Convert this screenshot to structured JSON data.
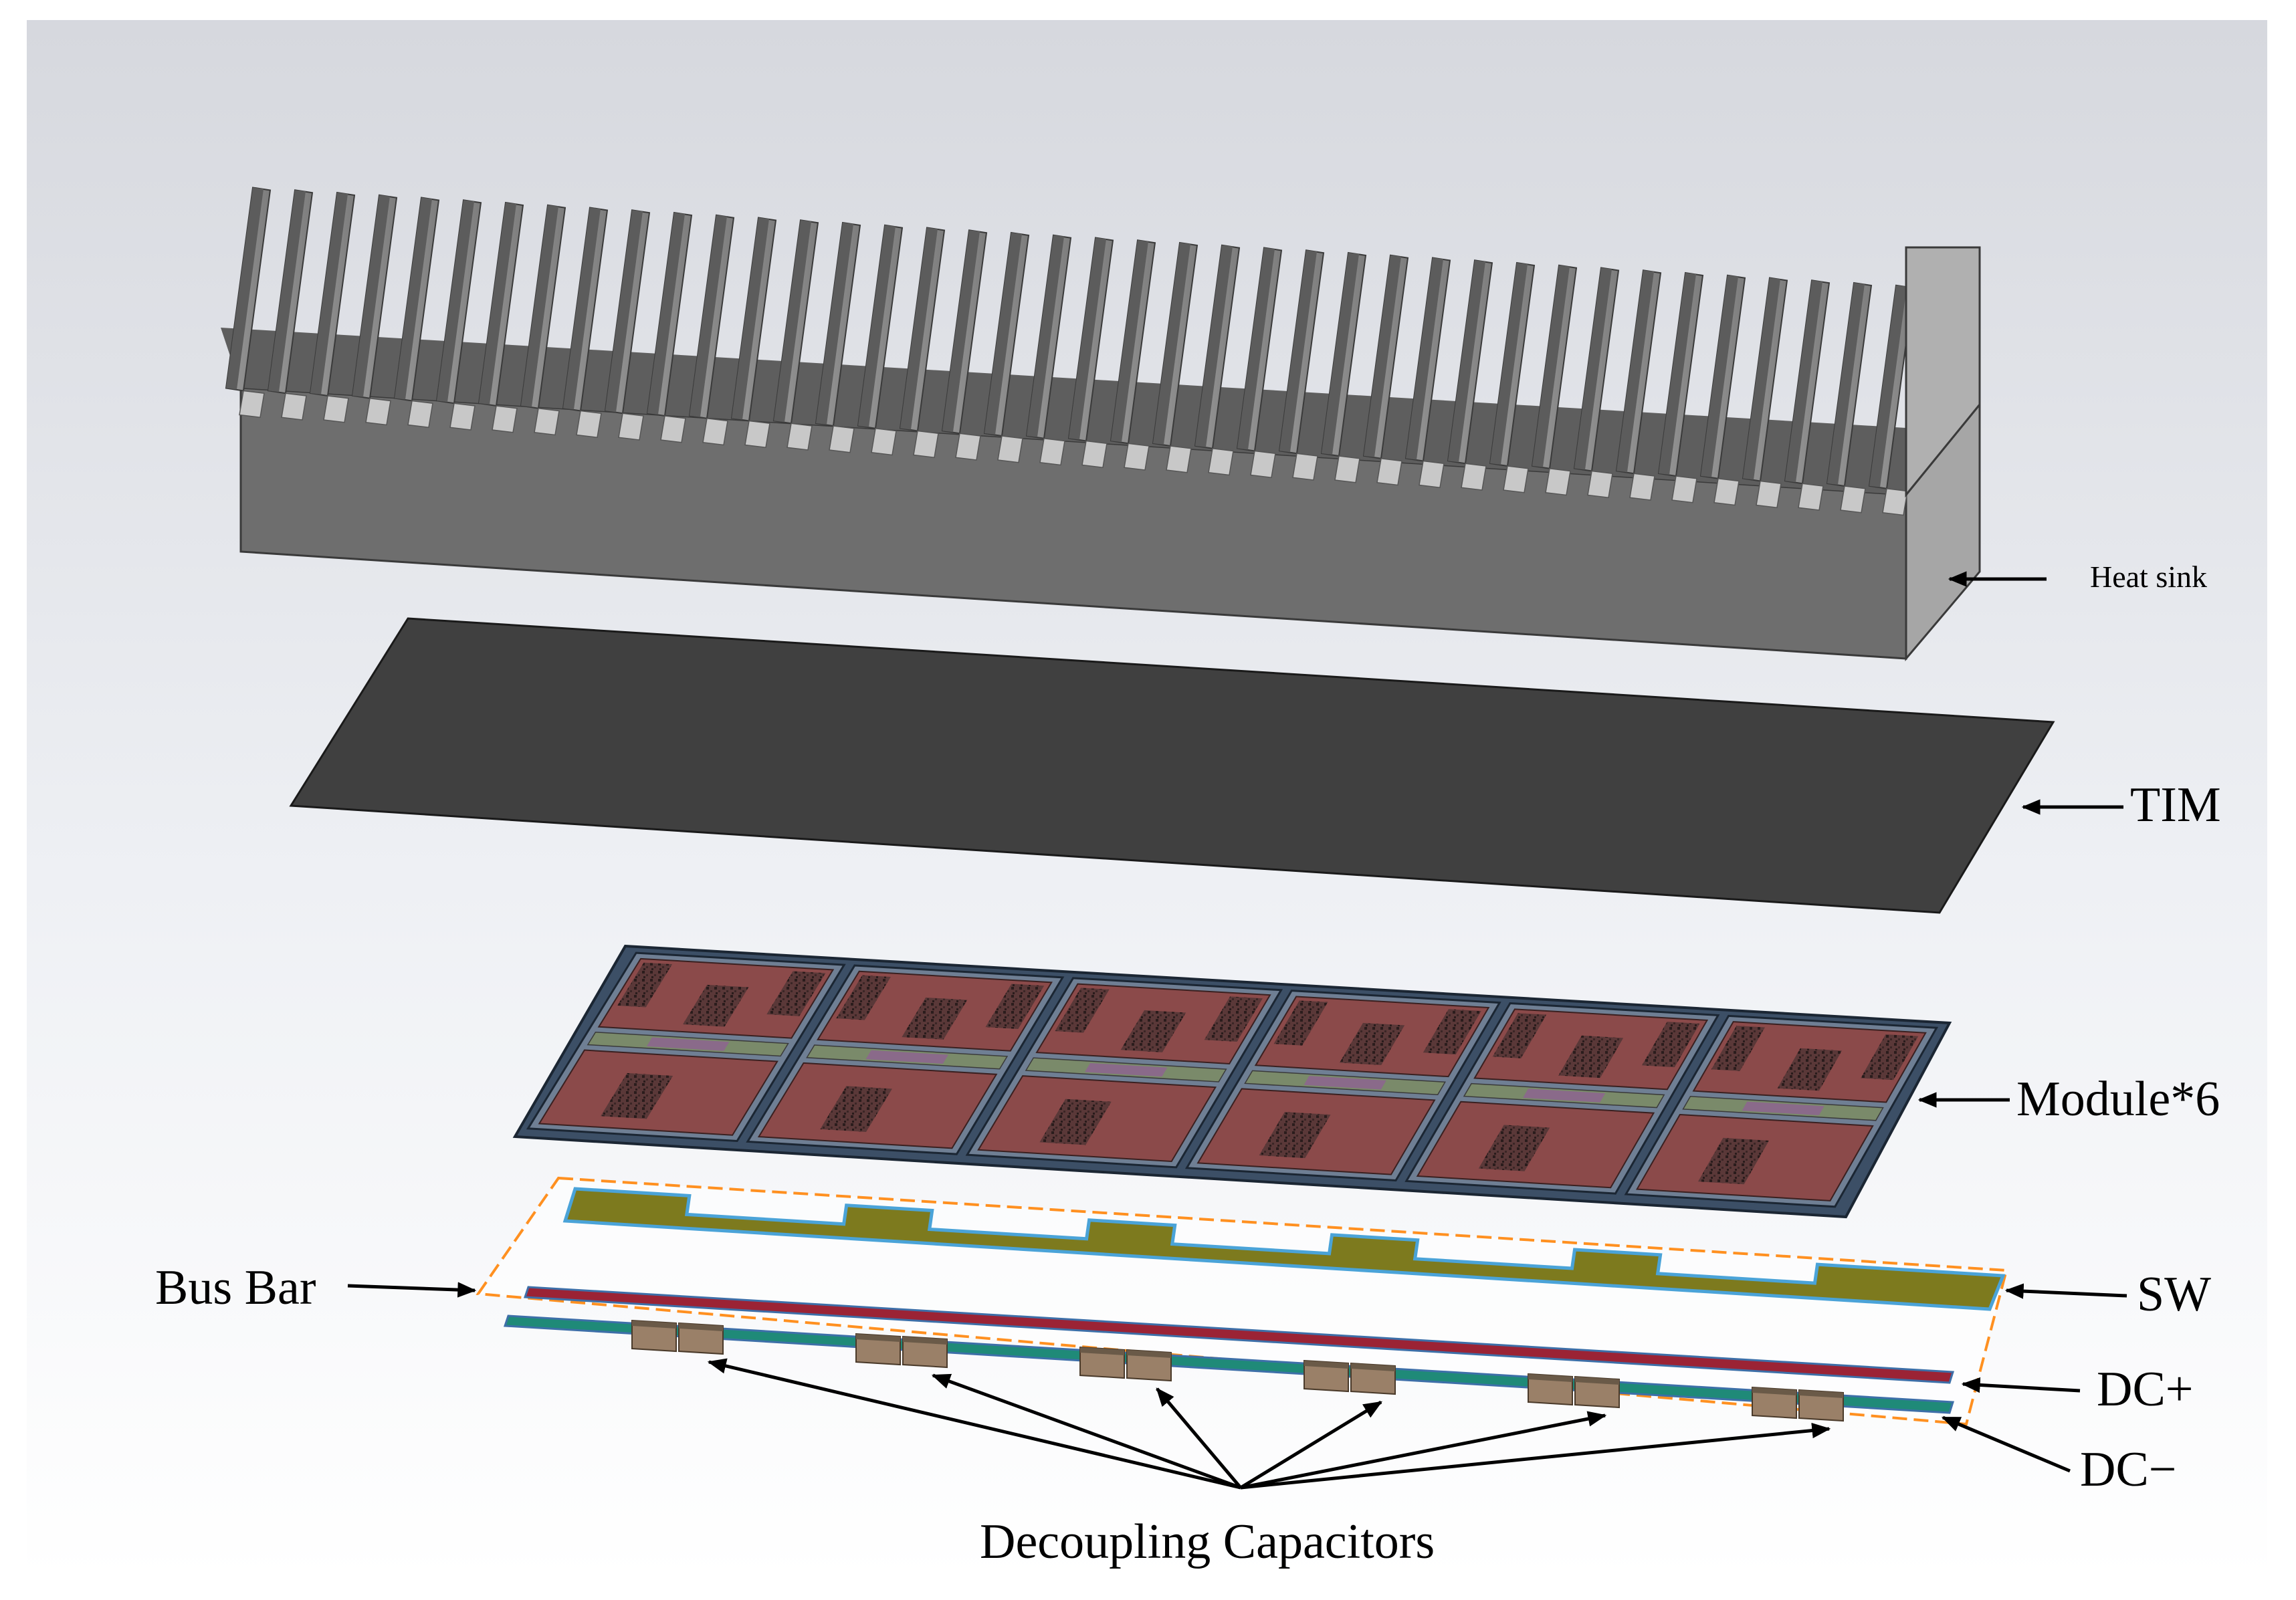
{
  "labels": {
    "heat_sink": "Heat sink",
    "tim": "TIM",
    "module": "Module*6",
    "bus_bar": "Bus Bar",
    "sw": "SW",
    "dc_plus": "DC+",
    "dc_minus": "DC−",
    "decoupling": "Decoupling Capacitors"
  },
  "counts": {
    "fins": 40,
    "modules": 6,
    "capacitor_groups": 6
  },
  "colors": {
    "heat_sink_front": "#6e6e6e",
    "heat_sink_fin": "#8a8a8a",
    "tim": "#404040",
    "module_copper": "#8b4a4a",
    "sw_plate": "#7d7a1e",
    "dc_plus": "#9b2335",
    "dc_minus": "#1f8a78",
    "capacitor": "#9a8068",
    "bus_outline": "#ff9020"
  }
}
